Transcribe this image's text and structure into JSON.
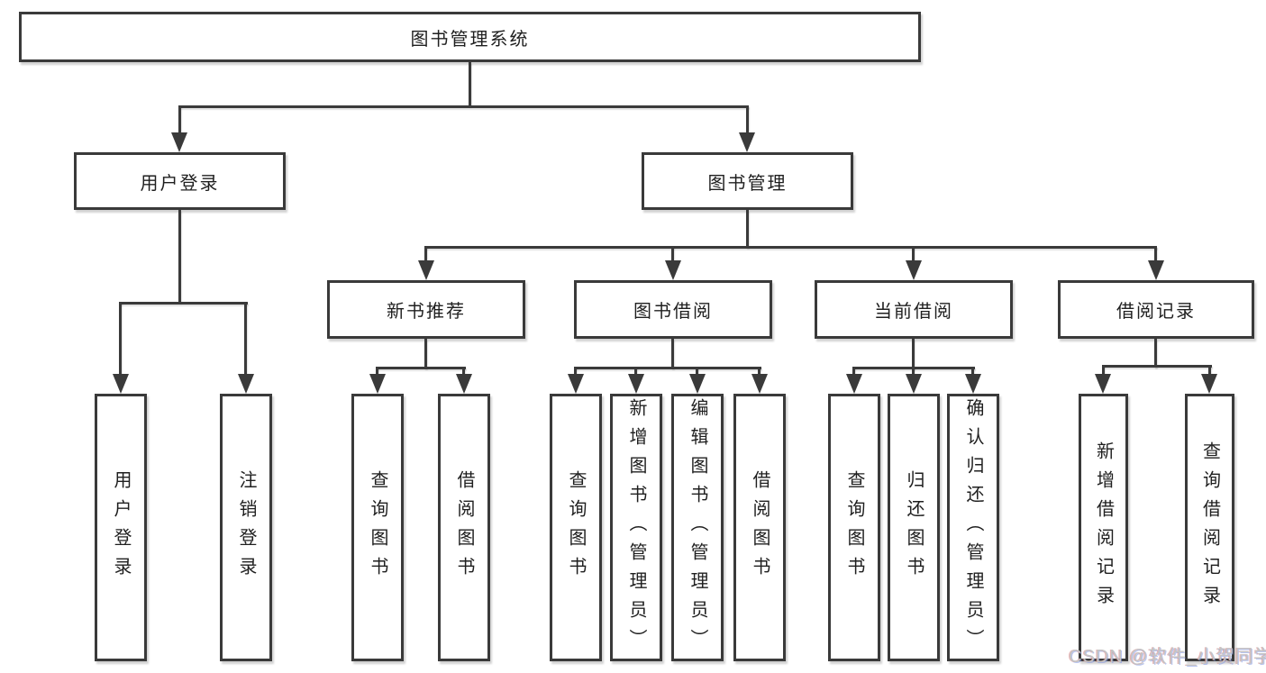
{
  "diagram": {
    "title": "图书管理系统",
    "root": {
      "label": "图书管理系统"
    },
    "level2": [
      {
        "label": "用户登录"
      },
      {
        "label": "图书管理"
      }
    ],
    "level3": [
      {
        "label": "新书推荐"
      },
      {
        "label": "图书借阅"
      },
      {
        "label": "当前借阅"
      },
      {
        "label": "借阅记录"
      }
    ],
    "leaves": [
      {
        "label": "用户登录"
      },
      {
        "label": "注销登录"
      },
      {
        "label": "查询图书"
      },
      {
        "label": "借阅图书"
      },
      {
        "label": "查询图书"
      },
      {
        "label": "新增图书（管理员）"
      },
      {
        "label": "编辑图书（管理员）"
      },
      {
        "label": "借阅图书"
      },
      {
        "label": "查询图书"
      },
      {
        "label": "归还图书"
      },
      {
        "label": "确认归还（管理员）"
      },
      {
        "label": "新增借阅记录"
      },
      {
        "label": "查询借阅记录"
      }
    ]
  },
  "watermark": {
    "text": "CSDN @软件_小贺同学"
  },
  "colors": {
    "line": "#3a3a3a",
    "text": "#1f1f1f",
    "watermark": "#c4c4c4",
    "background": "#ffffff"
  }
}
